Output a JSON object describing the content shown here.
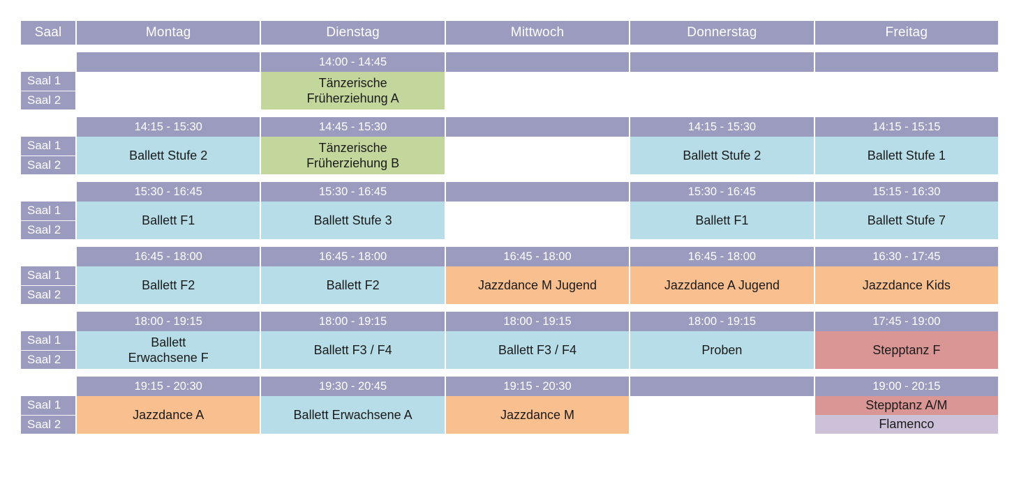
{
  "table": {
    "saal_header": "Saal",
    "days": [
      "Montag",
      "Dienstag",
      "Mittwoch",
      "Donnerstag",
      "Freitag"
    ],
    "room_labels": [
      "Saal 1",
      "Saal 2"
    ],
    "colors": {
      "header_purple": "#9b9bc0",
      "ballett_blue": "#b7dde8",
      "frueherziehung_green": "#c3d69b",
      "jazzdance_orange": "#f9bf8f",
      "stepptanz_red": "#d99694",
      "flamenco_lavender": "#ccc1d9",
      "empty_white": "#ffffff"
    },
    "blocks": [
      {
        "times": [
          "",
          "14:00 - 14:45",
          "",
          "",
          ""
        ],
        "cells": [
          {
            "text": "",
            "color": "empty_white",
            "split": false
          },
          {
            "text": "Tänzerische\nFrüherziehung A",
            "color": "frueherziehung_green",
            "split": false
          },
          {
            "text": "",
            "color": "empty_white",
            "split": false
          },
          {
            "text": "",
            "color": "empty_white",
            "split": false
          },
          {
            "text": "",
            "color": "empty_white",
            "split": false
          }
        ]
      },
      {
        "times": [
          "14:15 - 15:30",
          "14:45 - 15:30",
          "",
          "14:15 - 15:30",
          "14:15 - 15:15"
        ],
        "cells": [
          {
            "text": "Ballett Stufe 2",
            "color": "ballett_blue",
            "split": false
          },
          {
            "text": "Tänzerische\nFrüherziehung B",
            "color": "frueherziehung_green",
            "split": false
          },
          {
            "text": "",
            "color": "empty_white",
            "split": false
          },
          {
            "text": "Ballett Stufe 2",
            "color": "ballett_blue",
            "split": false
          },
          {
            "text": "Ballett Stufe 1",
            "color": "ballett_blue",
            "split": false
          }
        ]
      },
      {
        "times": [
          "15:30 - 16:45",
          "15:30 - 16:45",
          "",
          "15:30 - 16:45",
          "15:15 - 16:30"
        ],
        "cells": [
          {
            "text": "Ballett F1",
            "color": "ballett_blue",
            "split": false
          },
          {
            "text": "Ballett Stufe 3",
            "color": "ballett_blue",
            "split": false
          },
          {
            "text": "",
            "color": "empty_white",
            "split": false
          },
          {
            "text": "Ballett F1",
            "color": "ballett_blue",
            "split": false
          },
          {
            "text": "Ballett Stufe 7",
            "color": "ballett_blue",
            "split": false
          }
        ]
      },
      {
        "times": [
          "16:45 - 18:00",
          "16:45 - 18:00",
          "16:45 - 18:00",
          "16:45 - 18:00",
          "16:30 - 17:45"
        ],
        "cells": [
          {
            "text": "Ballett F2",
            "color": "ballett_blue",
            "split": false
          },
          {
            "text": "Ballett F2",
            "color": "ballett_blue",
            "split": false
          },
          {
            "text": "Jazzdance M Jugend",
            "color": "jazzdance_orange",
            "split": false
          },
          {
            "text": "Jazzdance A Jugend",
            "color": "jazzdance_orange",
            "split": false
          },
          {
            "text": "Jazzdance Kids",
            "color": "jazzdance_orange",
            "split": false
          }
        ]
      },
      {
        "times": [
          "18:00 - 19:15",
          "18:00 - 19:15",
          "18:00 - 19:15",
          "18:00 - 19:15",
          "17:45 - 19:00"
        ],
        "cells": [
          {
            "text": "Ballett\nErwachsene F",
            "color": "ballett_blue",
            "split": false
          },
          {
            "text": "Ballett F3 / F4",
            "color": "ballett_blue",
            "split": false
          },
          {
            "text": "Ballett F3 / F4",
            "color": "ballett_blue",
            "split": false
          },
          {
            "text": "Proben",
            "color": "ballett_blue",
            "split": false
          },
          {
            "text": "Stepptanz F",
            "color": "stepptanz_red",
            "split": false
          }
        ]
      },
      {
        "times": [
          "19:15 - 20:30",
          "19:30 - 20:45",
          "19:15 - 20:30",
          "",
          "19:00 - 20:15"
        ],
        "time_blank": [
          false,
          false,
          false,
          false,
          false
        ],
        "cells": [
          {
            "text": "Jazzdance A",
            "color": "jazzdance_orange",
            "split": false
          },
          {
            "text": "Ballett Erwachsene A",
            "color": "ballett_blue",
            "split": false
          },
          {
            "text": "Jazzdance M",
            "color": "jazzdance_orange",
            "split": false
          },
          {
            "text": "",
            "color": "empty_white",
            "split": false
          },
          {
            "split": true,
            "slots": [
              {
                "text": "Stepptanz A/M",
                "color": "stepptanz_red"
              },
              {
                "text": "Flamenco",
                "color": "flamenco_lavender"
              }
            ]
          }
        ]
      }
    ]
  }
}
